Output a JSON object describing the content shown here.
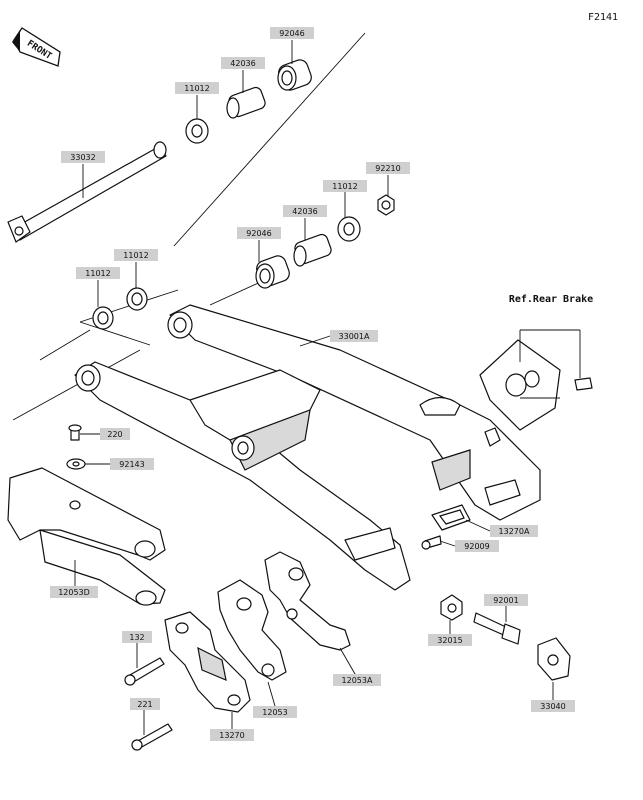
{
  "figure_code": "F2141",
  "front_indicator": "FRONT",
  "ref_note": "Ref.Rear Brake",
  "callouts": {
    "c92046a": "92046",
    "c42036a": "42036",
    "c11012a": "11012",
    "c33032": "33032",
    "c92210": "92210",
    "c11012b": "11012",
    "c42036b": "42036",
    "c92046b": "92046",
    "c11012c": "11012",
    "c11012d": "11012",
    "c33001a": "33001A",
    "c220": "220",
    "c92143": "92143",
    "c13270a": "13270A",
    "c92009": "92009",
    "c12053d": "12053D",
    "c92001": "92001",
    "c132": "132",
    "c32015": "32015",
    "c12053a": "12053A",
    "c33040": "33040",
    "c221": "221",
    "c12053": "12053",
    "c13270": "13270"
  }
}
